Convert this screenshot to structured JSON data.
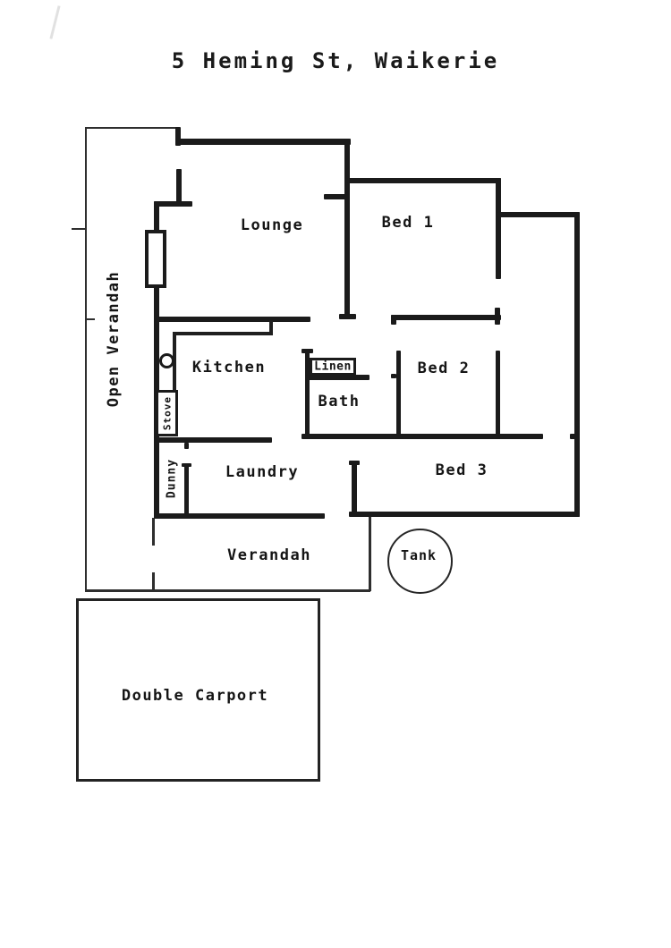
{
  "title": "5 Heming St, Waikerie",
  "rooms": {
    "lounge": "Lounge",
    "bed1": "Bed 1",
    "kitchen": "Kitchen",
    "bed2": "Bed 2",
    "bath": "Bath",
    "laundry": "Laundry",
    "bed3": "Bed 3"
  },
  "features": {
    "linen": "Linen",
    "stove": "Stove",
    "dunny": "Dunny",
    "tank": "Tank",
    "open_verandah": "Open Verandah",
    "verandah": "Verandah",
    "carport": "Double Carport"
  },
  "colors": {
    "ink": "#1b1b1b",
    "paper": "#ffffff"
  }
}
